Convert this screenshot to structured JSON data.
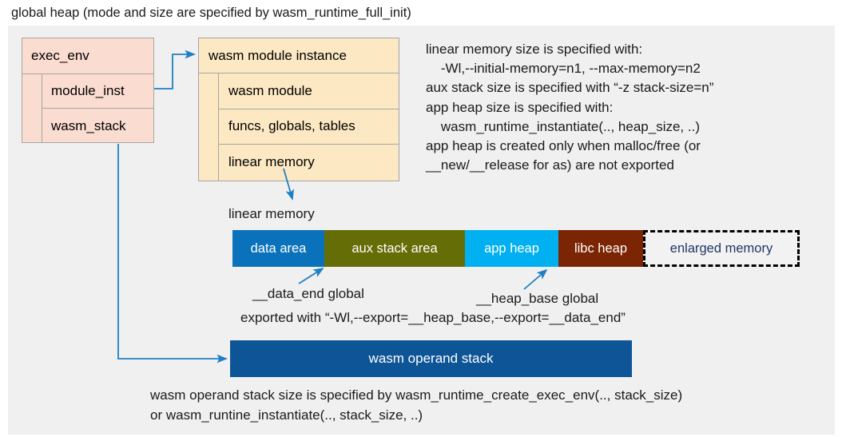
{
  "title": "global heap (mode and size are specified by wasm_runtime_full_init)",
  "colors": {
    "panel_background": "#f0f0f0",
    "exec_env_fill": "#fadcd0",
    "module_instance_fill": "#fce8c3",
    "box_border": "#a6a6a6",
    "connector": "#1f7fc4",
    "data_area": "#0a72ba",
    "aux_stack_area": "#656d06",
    "app_heap": "#00b0f0",
    "libc_heap": "#7b2504",
    "enlarged_memory_fill": "#f2f2f2",
    "enlarged_memory_text": "#1f3864",
    "operand_stack": "#0d5596"
  },
  "exec_env": {
    "header": "exec_env",
    "fields": [
      {
        "label": "module_inst"
      },
      {
        "label": "wasm_stack"
      }
    ]
  },
  "module_instance": {
    "header": "wasm module instance",
    "rows": [
      {
        "label": "wasm module"
      },
      {
        "label": "funcs, globals, tables"
      },
      {
        "label": "linear memory"
      }
    ]
  },
  "memory_notes": [
    "linear memory size is specified with:",
    "    -Wl,--initial-memory=n1, --max-memory=n2",
    "aux stack size is specified with “-z stack-size=n”",
    "app heap size is specified with:",
    "    wasm_runtime_instantiate(.., heap_size, ..)",
    "app heap is created only when malloc/free (or",
    "__new/__release for as) are not exported"
  ],
  "linear_memory": {
    "caption": "linear memory",
    "segments": [
      {
        "label": "data area",
        "color": "#0a72ba",
        "width": 115
      },
      {
        "label": "aux stack area",
        "color": "#656d06",
        "width": 176
      },
      {
        "label": "app heap",
        "color": "#00b0f0",
        "width": 117
      },
      {
        "label": "libc heap",
        "color": "#7b2504",
        "width": 106
      },
      {
        "label": "enlarged memory",
        "color": "#f2f2f2",
        "width": 196
      }
    ],
    "annotations": {
      "data_end": "__data_end global",
      "heap_base": "__heap_base global",
      "exported_with": "exported with “-Wl,--export=__heap_base,--export=__data_end”"
    }
  },
  "operand_stack": {
    "label": "wasm operand stack",
    "notes": [
      "wasm operand stack size is specified by wasm_runtime_create_exec_env(.., stack_size)",
      "or wasm_runtine_instantiate(.., stack_size, ..)"
    ]
  }
}
